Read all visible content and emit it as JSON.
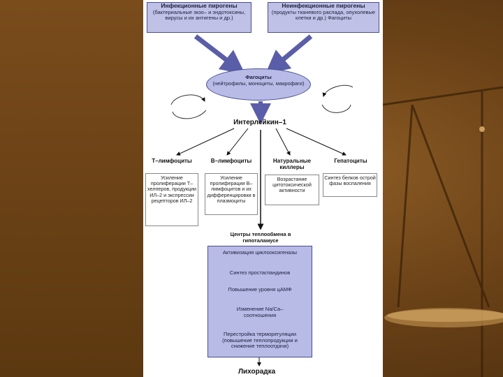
{
  "top_left": {
    "title": "Инфекционные пирогены",
    "text": "(бактериальные экзо– и эндотоксины, вирусы и их антигены и др.)"
  },
  "top_right": {
    "title": "Неинфекционные пирогены",
    "text": "(продукты тканевого распада, опухолевые клетки и др.) Фагоциты"
  },
  "phagocytes": {
    "title": "Фагоциты",
    "text": "(нейтрофилы, моноциты, макрофаги)"
  },
  "il1": "Интерлейкин–1",
  "targets": [
    {
      "label": "Т–лимфоциты",
      "effect": "Усиление пролиферации Т–хелперов, продукции ИЛ–2 и экспрессии рецепторов ИЛ–2"
    },
    {
      "label": "В–лимфоциты",
      "effect": "Усиление пролиферации В–лимфоцитов и их дифференцировки в плазмоциты"
    },
    {
      "label": "Натуральные киллеры",
      "effect": "Возрастание цитотоксической активности"
    },
    {
      "label": "Гепатоциты",
      "effect": "Синтез белков острой фазы воспаления"
    }
  ],
  "thermo_center": "Центры теплообмена в гипоталамусе",
  "cascade": [
    "Активизация циклооксигеназы",
    "Синтез простагландинов",
    "Повышение уровня цАМФ",
    "Изменение Na/Ca–соотношения",
    "Перестройка терморегуляции (повышение теплопродукции и снижение теплоотдачи)"
  ],
  "result": "Лихорадка",
  "colors": {
    "box_fill": "#bfc2e6",
    "box_border": "#4a4d8f",
    "arrow": "#5a5ea8",
    "background": "#6b4217"
  }
}
